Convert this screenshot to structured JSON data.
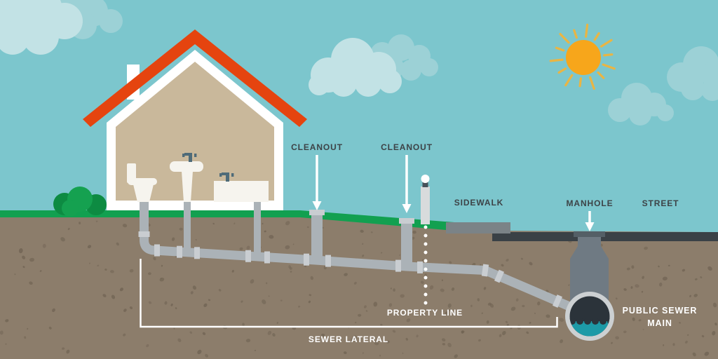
{
  "labels": {
    "cleanout_house": "CLEANOUT",
    "cleanout_property": "CLEANOUT",
    "sidewalk": "SIDEWALK",
    "manhole": "MANHOLE",
    "street": "STREET",
    "property_line": "PROPERTY LINE",
    "sewer_lateral": "SEWER LATERAL",
    "public_sewer_main_line1": "PUBLIC SEWER",
    "public_sewer_main_line2": "MAIN"
  },
  "colors": {
    "sky": "#7cc6cd",
    "cloud_light": "#c2e2e5",
    "cloud_dark": "#9cd1d6",
    "sun": "#f7a61b",
    "sun_ray": "#e9b544",
    "roof": "#e5440f",
    "house_white": "#ffffff",
    "house_interior": "#c9b89b",
    "fixture_white": "#f6f4ee",
    "faucet": "#4e6b79",
    "grass": "#12a050",
    "bush_dark": "#0d8b42",
    "bush_light": "#15a150",
    "dirt": "#8c7d6b",
    "dirt_speckle": "#6f6252",
    "pipe": "#abb2b7",
    "pipe_coupling": "#c9cdd1",
    "sidewalk_slab": "#7b8387",
    "street_asphalt": "#3a4146",
    "manhole_body": "#6f7a83",
    "manhole_flange": "#545f66",
    "lamp_pole": "#d8dbdc",
    "lamp_cap": "#47525a",
    "lamp_globe": "#ffffff",
    "sewer_ring": "#ccd0d2",
    "sewer_interior": "#2b333a",
    "sewer_water": "#1d9aa7",
    "label_dark": "#3d4347",
    "label_light": "#ffffff"
  },
  "scene": {
    "icons": [
      "sun-icon",
      "cloud-icon",
      "house-icon",
      "chimney-icon",
      "roof-icon",
      "toilet-icon",
      "sink-icon",
      "bathtub-icon",
      "faucet-icon",
      "bush-icon",
      "lamp-post-icon",
      "cleanout-riser-icon",
      "manhole-icon",
      "sewer-lateral-pipe-icon",
      "public-sewer-main-icon",
      "down-arrow-icon",
      "dotted-property-line",
      "bracket-annotation"
    ]
  }
}
